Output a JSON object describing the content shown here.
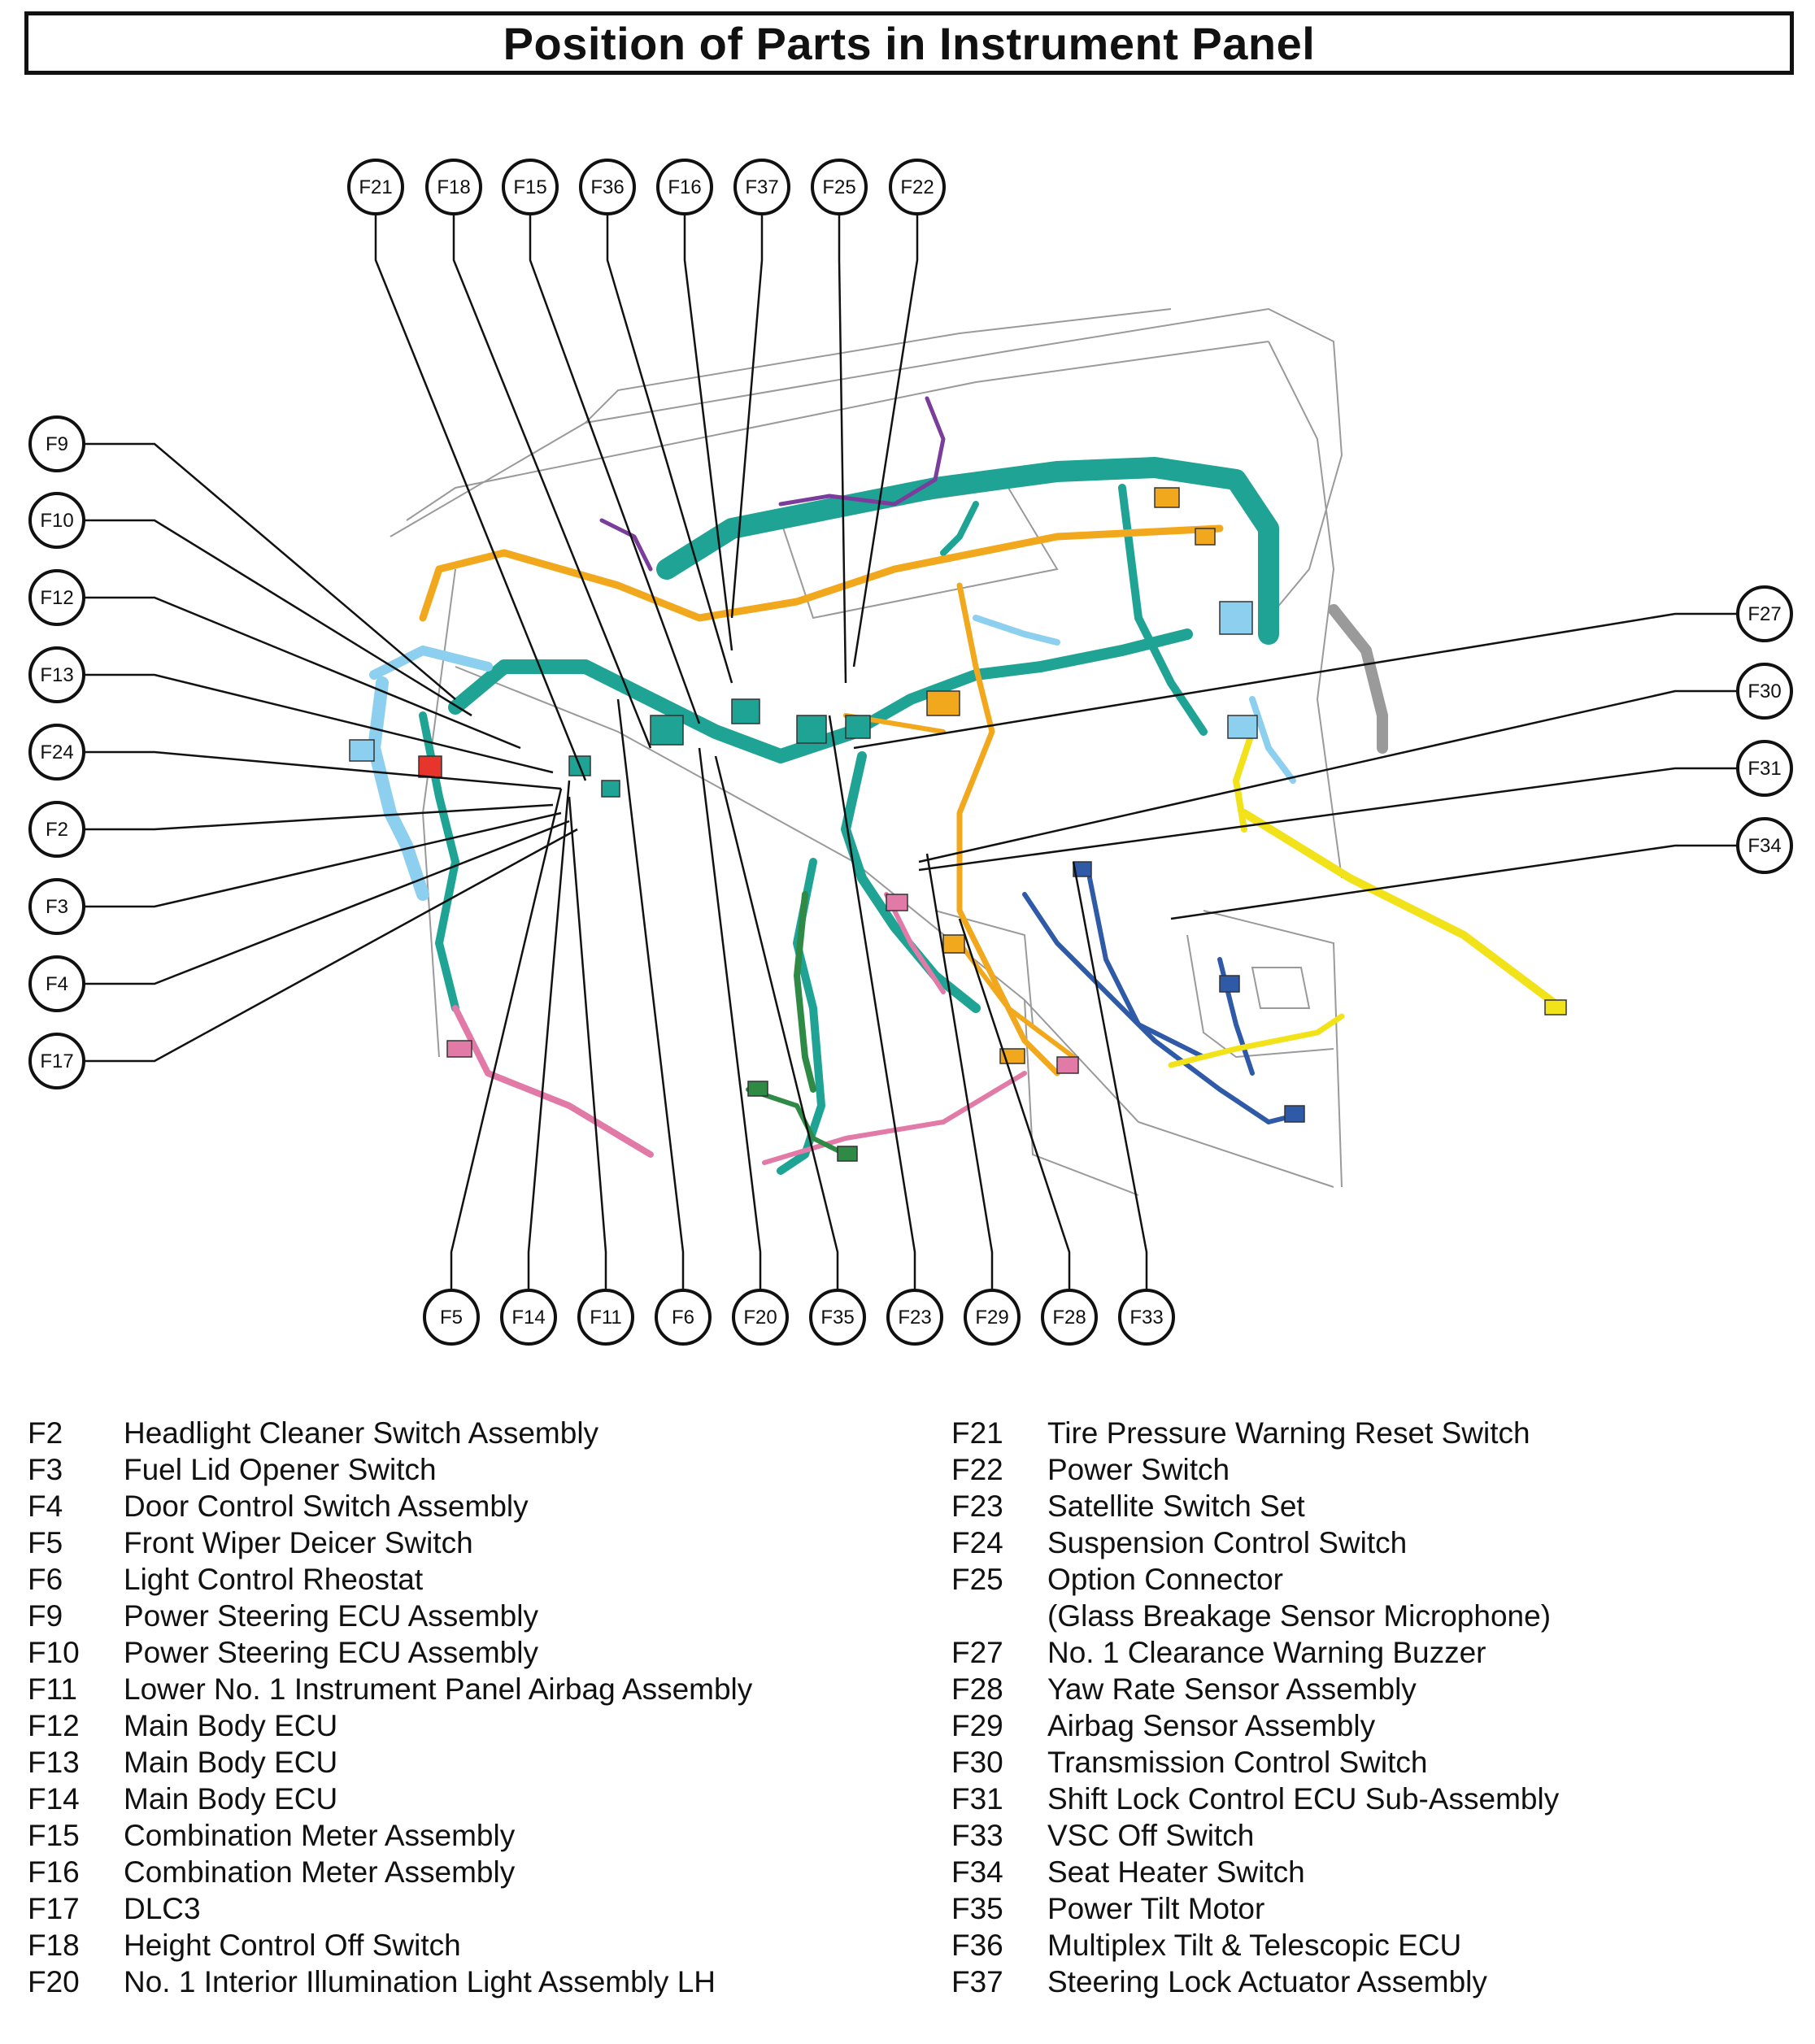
{
  "title": "Position of Parts in Instrument Panel",
  "callouts_top": [
    "F21",
    "F18",
    "F15",
    "F36",
    "F16",
    "F37",
    "F25",
    "F22"
  ],
  "callouts_left": [
    "F9",
    "F10",
    "F12",
    "F13",
    "F24",
    "F2",
    "F3",
    "F4",
    "F17"
  ],
  "callouts_right": [
    "F27",
    "F30",
    "F31",
    "F34"
  ],
  "callouts_bottom": [
    "F5",
    "F14",
    "F11",
    "F6",
    "F20",
    "F35",
    "F23",
    "F29",
    "F28",
    "F33"
  ],
  "harness_colors": {
    "teal": "#1fa394",
    "orange": "#f2a81d",
    "light_blue": "#8ccfee",
    "pink": "#e27aa8",
    "purple": "#7a3d9c",
    "dark_blue": "#2f5aa8",
    "yellow": "#f2e21a",
    "green": "#2e8a45",
    "outline_gray": "#9a9a9a"
  },
  "legend_left": [
    {
      "code": "F2",
      "desc": "Headlight Cleaner Switch Assembly"
    },
    {
      "code": "F3",
      "desc": "Fuel Lid Opener Switch"
    },
    {
      "code": "F4",
      "desc": "Door Control Switch Assembly"
    },
    {
      "code": "F5",
      "desc": "Front Wiper Deicer Switch"
    },
    {
      "code": "F6",
      "desc": "Light Control Rheostat"
    },
    {
      "code": "F9",
      "desc": "Power Steering ECU Assembly"
    },
    {
      "code": "F10",
      "desc": "Power Steering ECU Assembly"
    },
    {
      "code": "F11",
      "desc": "Lower No. 1 Instrument Panel Airbag Assembly"
    },
    {
      "code": "F12",
      "desc": "Main Body ECU"
    },
    {
      "code": "F13",
      "desc": "Main Body ECU"
    },
    {
      "code": "F14",
      "desc": "Main Body ECU"
    },
    {
      "code": "F15",
      "desc": "Combination Meter Assembly"
    },
    {
      "code": "F16",
      "desc": "Combination Meter Assembly"
    },
    {
      "code": "F17",
      "desc": "DLC3"
    },
    {
      "code": "F18",
      "desc": "Height Control Off Switch"
    },
    {
      "code": "F20",
      "desc": "No. 1 Interior Illumination Light Assembly LH"
    }
  ],
  "legend_right": [
    {
      "code": "F21",
      "desc": "Tire Pressure Warning Reset Switch"
    },
    {
      "code": "F22",
      "desc": "Power Switch"
    },
    {
      "code": "F23",
      "desc": "Satellite Switch Set"
    },
    {
      "code": "F24",
      "desc": "Suspension Control Switch"
    },
    {
      "code": "F25",
      "desc": "Option Connector"
    },
    {
      "code": "",
      "desc": "(Glass Breakage Sensor Microphone)"
    },
    {
      "code": "F27",
      "desc": "No. 1 Clearance Warning Buzzer"
    },
    {
      "code": "F28",
      "desc": "Yaw Rate Sensor Assembly"
    },
    {
      "code": "F29",
      "desc": "Airbag Sensor Assembly"
    },
    {
      "code": "F30",
      "desc": "Transmission Control Switch"
    },
    {
      "code": "F31",
      "desc": "Shift Lock Control ECU Sub-Assembly"
    },
    {
      "code": "F33",
      "desc": "VSC Off Switch"
    },
    {
      "code": "F34",
      "desc": "Seat Heater Switch"
    },
    {
      "code": "F35",
      "desc": "Power Tilt Motor"
    },
    {
      "code": "F36",
      "desc": "Multiplex Tilt & Telescopic ECU"
    },
    {
      "code": "F37",
      "desc": "Steering Lock Actuator Assembly"
    }
  ]
}
